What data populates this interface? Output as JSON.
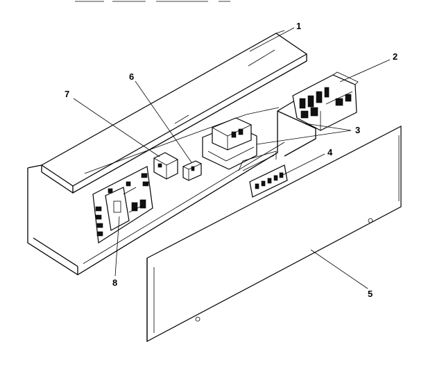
{
  "diagram": {
    "callouts": [
      {
        "id": "1",
        "text": "1"
      },
      {
        "id": "2",
        "text": "2"
      },
      {
        "id": "3",
        "text": "3"
      },
      {
        "id": "4",
        "text": "4"
      },
      {
        "id": "5",
        "text": "5"
      },
      {
        "id": "6",
        "text": "6"
      },
      {
        "id": "7",
        "text": "7"
      },
      {
        "id": "8",
        "text": "8"
      }
    ],
    "colors": {
      "ink": "#000000",
      "paper": "#ffffff"
    }
  }
}
